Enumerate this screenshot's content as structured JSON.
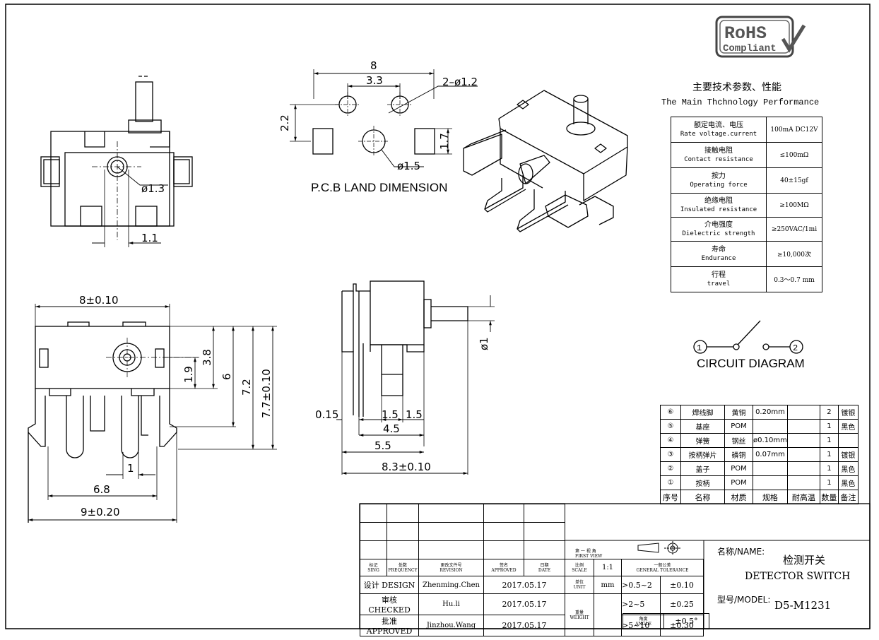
{
  "logo": {
    "line1": "RoHS",
    "line2": "Compliant"
  },
  "spec": {
    "title_cn": "主要技术参数、性能",
    "title_en": "The Main Thchnology Performance",
    "rows": [
      {
        "cn": "额定电流、电压",
        "en": "Rate voltage.current",
        "value": "100mA DC12V"
      },
      {
        "cn": "接触电阻",
        "en": "Contact resistance",
        "value": "≤100mΩ"
      },
      {
        "cn": "按力",
        "en": "Operating force",
        "value": "40±15gf"
      },
      {
        "cn": "绝缘电阻",
        "en": "Insulated resistance",
        "value": "≥100MΩ"
      },
      {
        "cn": "介电强度",
        "en": "Dielectric strength",
        "value": "≥250VAC/1mi"
      },
      {
        "cn": "寿命",
        "en": "Endurance",
        "value": "≥10,000次"
      },
      {
        "cn": "行程",
        "en": "travel",
        "value": "0.3～0.7 mm"
      }
    ]
  },
  "captions": {
    "pcb": "P.C.B LAND DIMENSION",
    "circuit": "CIRCUIT DIAGRAM"
  },
  "circuit": {
    "pin1": "1",
    "pin2": "2"
  },
  "dims": {
    "top_11": "1.1",
    "top_phi13": "ø1.3",
    "pcb_8": "8",
    "pcb_33": "3.3",
    "pcb_2phi12": "2–ø1.2",
    "pcb_22": "2.2",
    "pcb_17": "1.7",
    "pcb_phi15": "ø1.5",
    "front_8": "8±0.10",
    "front_19": "1.9",
    "front_38": "3.8",
    "front_6": "6",
    "front_72": "7.2",
    "front_77": "7.7±0.10",
    "front_1": "1",
    "front_68": "6.8",
    "front_9": "9±0.20",
    "side_phi1": "ø1",
    "side_015": "0.15",
    "side_15a": "1.5",
    "side_15b": "1.5",
    "side_45": "4.5",
    "side_55": "5.5",
    "side_83": "8.3±0.10"
  },
  "bom": {
    "rows": [
      {
        "no": "⑥",
        "name": "焊线脚",
        "mat": "黄铜",
        "spec": "0.20mm",
        "temp": "",
        "qty": "2",
        "note": "镀银"
      },
      {
        "no": "⑤",
        "name": "基座",
        "mat": "POM",
        "spec": "",
        "temp": "",
        "qty": "1",
        "note": "黑色"
      },
      {
        "no": "④",
        "name": "弹簧",
        "mat": "钢丝",
        "spec": "ø0.10mm",
        "temp": "",
        "qty": "1",
        "note": ""
      },
      {
        "no": "③",
        "name": "按柄弹片",
        "mat": "磷铜",
        "spec": "0.07mm",
        "temp": "",
        "qty": "1",
        "note": "镀银"
      },
      {
        "no": "②",
        "name": "盖子",
        "mat": "POM",
        "spec": "",
        "temp": "",
        "qty": "1",
        "note": "黑色"
      },
      {
        "no": "①",
        "name": "按柄",
        "mat": "POM",
        "spec": "",
        "temp": "",
        "qty": "1",
        "note": "黑色"
      }
    ],
    "header": {
      "no": "序号",
      "name": "名称",
      "mat": "材质",
      "spec": "规格",
      "temp": "耐高温",
      "qty": "数量",
      "note": "备注"
    }
  },
  "title_block": {
    "mark_cn": "标记",
    "mark_en": "SING",
    "freq_cn": "处数",
    "freq_en": "FREQUENCY",
    "rev_cn": "更改文件号",
    "rev_en": "REVISION",
    "appr_cn": "签名",
    "appr_en": "APPROVED",
    "date_cn": "日期",
    "date_en": "DATE",
    "design_label": "设计 DESIGN",
    "design_name": "Zhenming.Chen",
    "design_date": "2017.05.17",
    "checked_label": "审核 CHECKED",
    "checked_name": "Hu.li",
    "checked_date": "2017.05.17",
    "approved_label": "批准 APPROVED",
    "approved_name": "Jinzhou.Wang",
    "approved_date": "2017.05.17",
    "view_cn": "第 一 视 角",
    "view_en": "FIRST VIEW",
    "scale_cn": "比例",
    "scale_en": "SCALE",
    "scale": "1:1",
    "tol_cn": "一般公差",
    "tol_en": "GENERAL TOLERANCE",
    "unit_cn": "单位",
    "unit_en": "UNIT",
    "unit": "mm",
    "weight_cn": "重量",
    "weight_en": "WEIGHT",
    "angle_cn": "角度",
    "angle_en": "ANGLE",
    "tol_rows": [
      {
        "range": ">0.5~2",
        "tol": "±0.10"
      },
      {
        "range": ">2~5",
        "tol": "±0.25"
      },
      {
        "range": ">5~10",
        "tol": "±0.30"
      }
    ],
    "tol_angle": "±0.5°",
    "name_label": "名称/NAME:",
    "name_cn": "检测开关",
    "name_en": "DETECTOR  SWITCH",
    "model_label": "型号/MODEL:",
    "model": "D5-M1231"
  }
}
